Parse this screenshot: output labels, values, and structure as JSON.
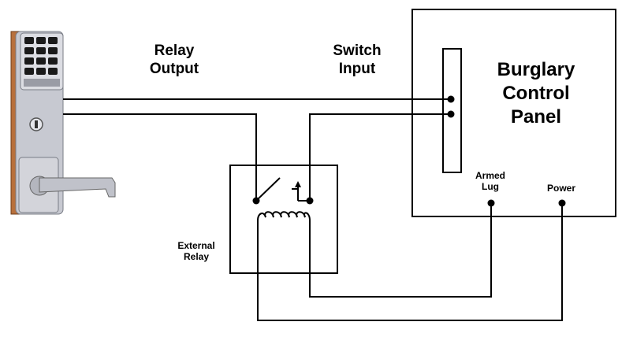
{
  "labels": {
    "relay_output": [
      "Relay",
      "Output"
    ],
    "switch_input": [
      "Switch",
      "Input"
    ],
    "panel_title": [
      "Burglary",
      "Control",
      "Panel"
    ],
    "armed_lug": [
      "Armed",
      "Lug"
    ],
    "power": "Power",
    "external_relay": [
      "External",
      "Relay"
    ]
  },
  "icons": {
    "lock": "keypad-lever-lock-icon",
    "relay": "relay-coil-switch-icon"
  },
  "colors": {
    "line": "#000000",
    "lock_body": "#b8703c",
    "lock_metal": "#c7c9d1",
    "keypad": "#1a1a1a"
  }
}
